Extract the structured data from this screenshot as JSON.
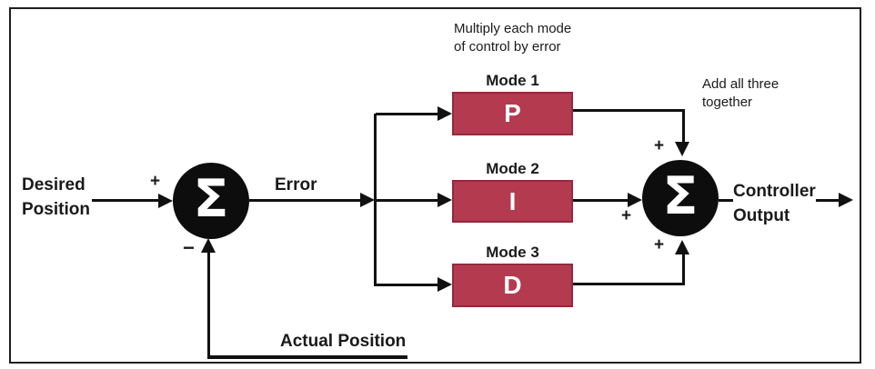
{
  "diagram_title": "PID control loop block diagram",
  "labels": {
    "desired_position": "Desired\nPosition",
    "error": "Error",
    "multiply_note": "Multiply each mode\nof control by error",
    "add_note": "Add all three\ntogether",
    "controller_output": "Controller\nOutput",
    "actual_position": "Actual Position"
  },
  "nodes": {
    "sum_left": {
      "symbol": "Σ",
      "sign_plus": "+",
      "sign_minus": "−"
    },
    "sum_right": {
      "symbol": "Σ",
      "sign_top": "+",
      "sign_left": "+",
      "sign_bottom": "+"
    },
    "blocks": [
      {
        "mode_label": "Mode 1",
        "letter": "P"
      },
      {
        "mode_label": "Mode 2",
        "letter": "I"
      },
      {
        "mode_label": "Mode 3",
        "letter": "D"
      }
    ]
  },
  "colors": {
    "block_fill": "#b43a50",
    "block_border": "#93293c",
    "block_letter": "#ffffff",
    "node": "#0d0d0d",
    "line": "#111111",
    "text": "#1a1a1a",
    "frame": "#1f1f1f"
  }
}
